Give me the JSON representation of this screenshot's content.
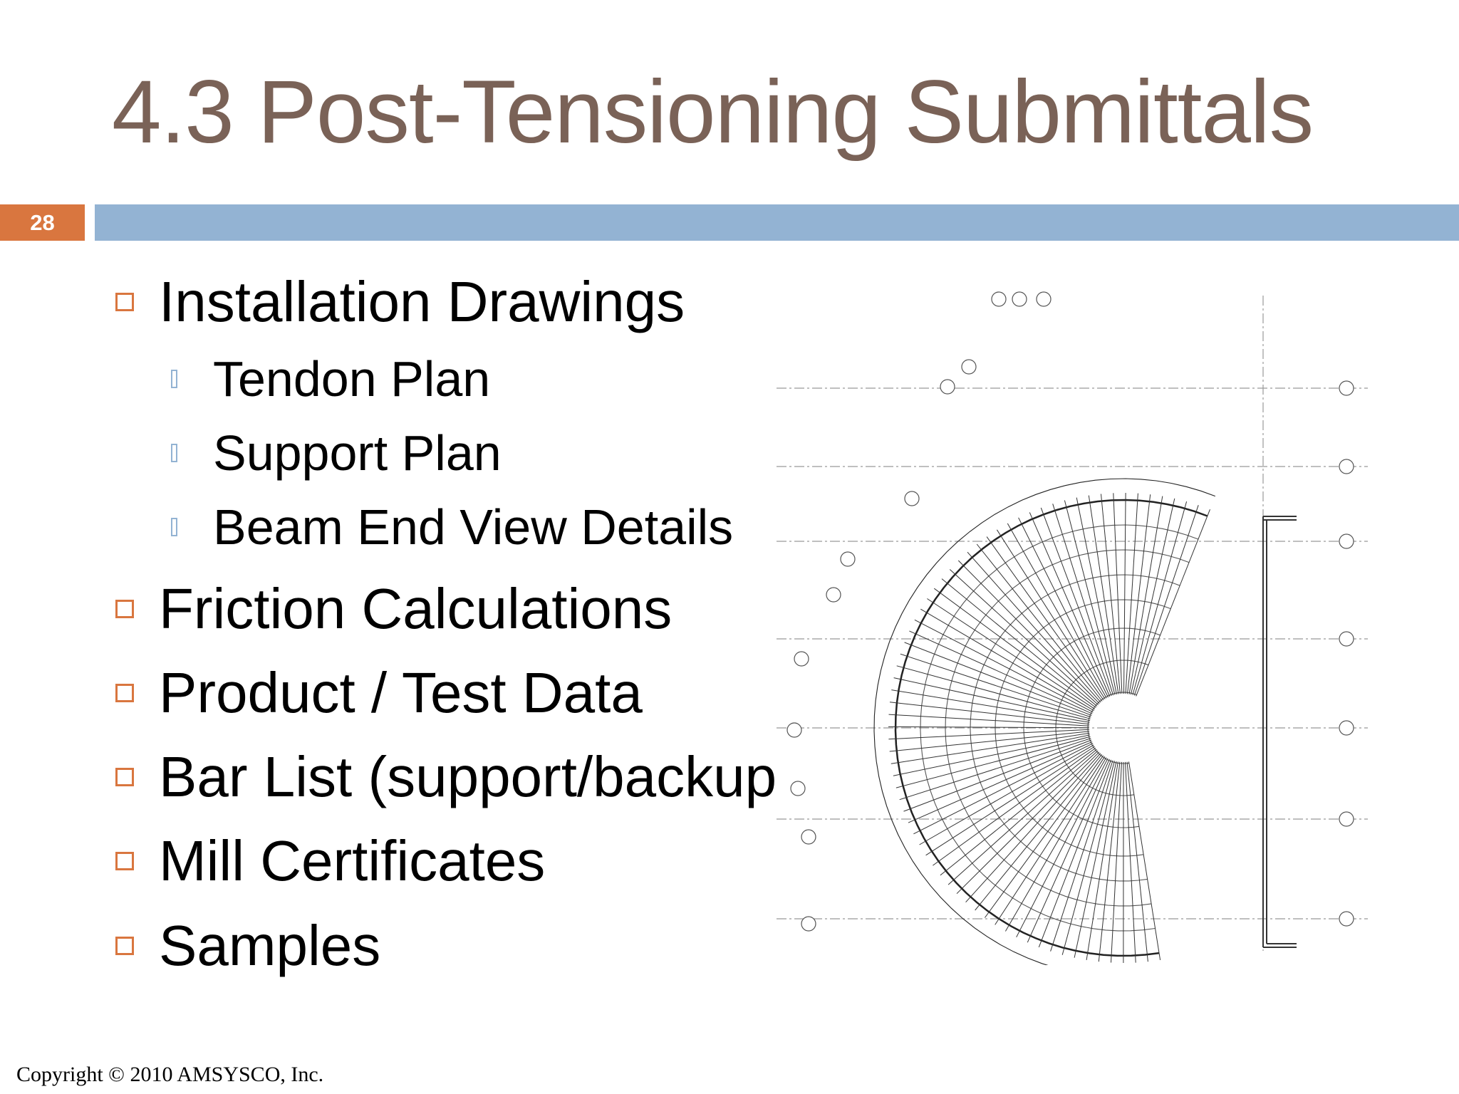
{
  "slide": {
    "title": "4.3 Post-Tensioning Submittals",
    "number": "28"
  },
  "bullets": [
    {
      "label": "Installation Drawings",
      "subitems": [
        "Tendon Plan",
        "Support Plan",
        "Beam End View Details"
      ]
    },
    {
      "label": "Friction Calculations"
    },
    {
      "label": "Product / Test Data"
    },
    {
      "label": "Bar List (support/backup)"
    },
    {
      "label": "Mill Certificates"
    },
    {
      "label": "Samples"
    }
  ],
  "footer": {
    "copyright": "Copyright © 2010 AMSYSCO, Inc."
  },
  "colors": {
    "title": "#7a6257",
    "accent_orange": "#d9763f",
    "accent_blue": "#93b3d3"
  }
}
